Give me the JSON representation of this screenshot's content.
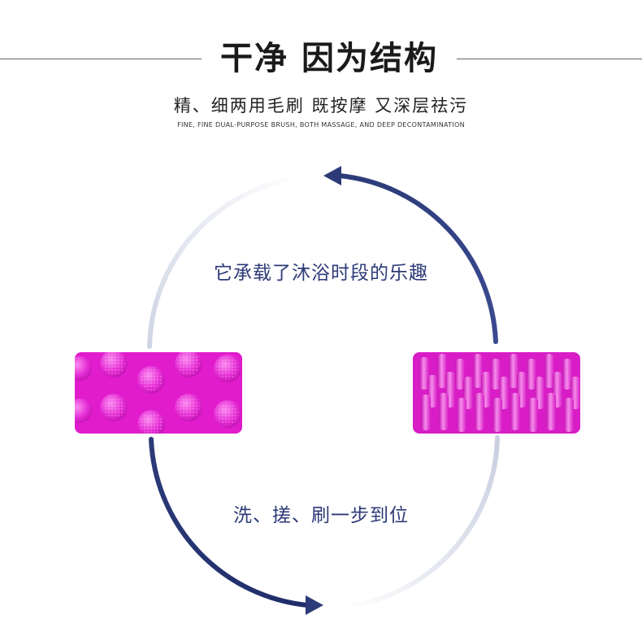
{
  "header": {
    "title": "干净 因为结构",
    "subtitle": "精、细两用毛刷 既按摩 又深层祛污",
    "subtitle_en": "FINE, FINE DUAL-PURPOSE BRUSH, BOTH MASSAGE, AND DEEP DECONTAMINATION"
  },
  "captions": {
    "top": "它承载了沐浴时段的乐趣",
    "bottom": "洗、搓、刷一步到位"
  },
  "colors": {
    "arrow": "#2c3a78",
    "ring_faded": "#dfe3ee",
    "pink": "#e21bd0",
    "pink_light": "#f36fe6"
  }
}
